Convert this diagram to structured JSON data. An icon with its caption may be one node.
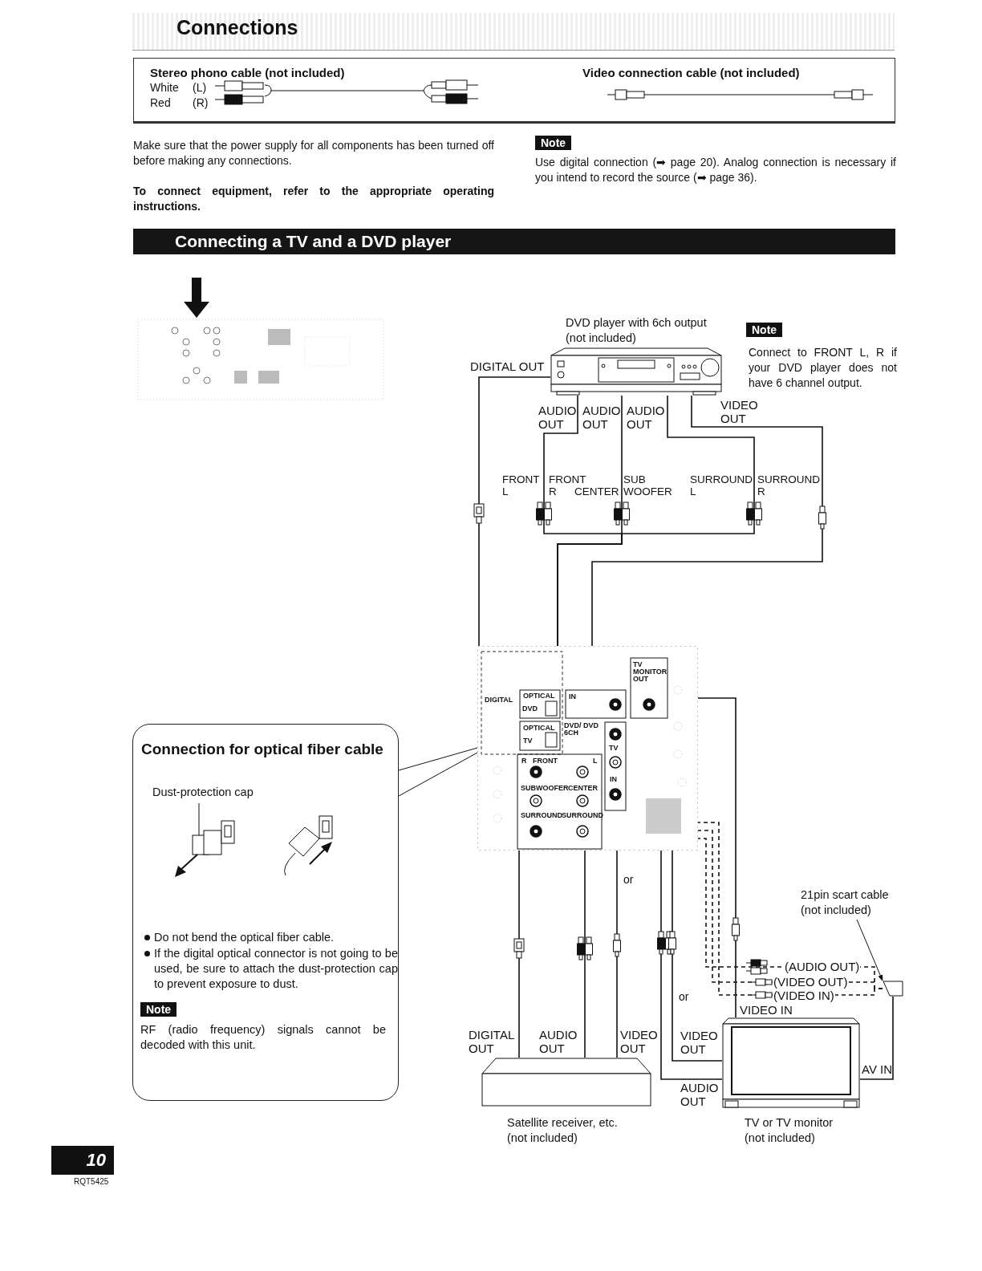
{
  "diagram": {
    "title": "Connections",
    "nodes": [
      {
        "text": [
          "DVD player with 6ch output (not included)"
        ]
      },
      {
        "text": [],
        "shape": "picture"
      },
      {
        "text": [
          "Satellite receiver, etc. (not included)"
        ]
      },
      {
        "text": [
          "TV or TV monitor (not included)"
        ]
      },
      {
        "text": [],
        "shape": "box"
      },
      {
        "text": [
          "21pin scart cable (not included)"
        ]
      },
      {
        "text": [
          "Connection for optical fiber cable",
          "Dust-protection cap",
          "Do not bend the optical fiber cable.",
          "If the digital optical connector is not going to be used, be sure to attach the dust-protection cap to prevent exposure to dust.",
          "Note",
          "RF (radio frequency) signals cannot be decoded with this unit."
        ]
      }
    ],
    "edges": [
      {
        "from": 0,
        "to": 1,
        "arrow": "none",
        "label": "DIGITAL OUT"
      },
      {
        "from": 0,
        "to": 1,
        "arrow": "none",
        "label": "AUDIO OUT"
      },
      {
        "from": 0,
        "to": 1,
        "arrow": "none",
        "label": "AUDIO OUT"
      },
      {
        "from": 0,
        "to": 1,
        "arrow": "none",
        "label": "AUDIO OUT"
      },
      {
        "from": 0,
        "to": 1,
        "arrow": "none",
        "label": "VIDEO OUT"
      },
      {
        "from": 2,
        "to": 1,
        "arrow": "none",
        "label": "DIGITAL OUT"
      },
      {
        "from": 2,
        "to": 1,
        "arrow": "none",
        "label": "AUDIO OUT"
      },
      {
        "from": 2,
        "to": 1,
        "arrow": "none",
        "label": "VIDEO OUT"
      },
      {
        "from": 3,
        "to": 1,
        "arrow": "none",
        "label": "VIDEO OUT"
      },
      {
        "from": 3,
        "to": 1,
        "arrow": "none",
        "label": "AUDIO OUT"
      },
      {
        "from": 1,
        "to": 3,
        "arrow": "none",
        "label": "VIDEO IN"
      },
      {
        "from": 4,
        "to": 3,
        "arrow": "none",
        "label": "AV IN"
      },
      {
        "from": 4,
        "to": 1,
        "arrow": "none",
        "label": "(AUDIO OUT)",
        "style": "dashed"
      },
      {
        "from": 4,
        "to": 1,
        "arrow": "none",
        "label": "(VIDEO OUT)",
        "style": "dashed"
      },
      {
        "from": 4,
        "to": 1,
        "arrow": "none",
        "label": "(VIDEO IN)",
        "style": "dashed"
      },
      {
        "from": 5,
        "to": 4,
        "arrow": "to"
      },
      {
        "from": 6,
        "to": 1,
        "arrow": "none"
      }
    ],
    "labels": [
      "Stereo phono cable (not included)",
      "White",
      "(L)",
      "Red",
      "(R)",
      "Video connection cable (not included)",
      "Make sure that the power supply for all components has been turned off before making any connections.",
      "To connect equipment, refer to the appropriate operating instructions.",
      "Note",
      "Use digital connection (➡ page 20). Analog connection is necessary if you intend to record the source (➡ page 36).",
      "Connecting a TV and a DVD player",
      "Note",
      "Connect to FRONT L, R if your DVD player does not have 6 channel output.",
      "FRONT L",
      "FRONT R",
      "CENTER",
      "SUB WOOFER",
      "SURROUND L",
      "SURROUND R",
      "DIGITAL",
      "OPTICAL",
      "DVD",
      "IN",
      "TV MONITOR OUT",
      "OPTICAL",
      "TV",
      "DVD/ DVD 6CH",
      "TV",
      "IN",
      "R",
      "FRONT",
      "L",
      "SUBWOOFER",
      "CENTER",
      "SURROUND",
      "SURROUND",
      "or",
      "or",
      "10",
      "RQT5425"
    ]
  }
}
